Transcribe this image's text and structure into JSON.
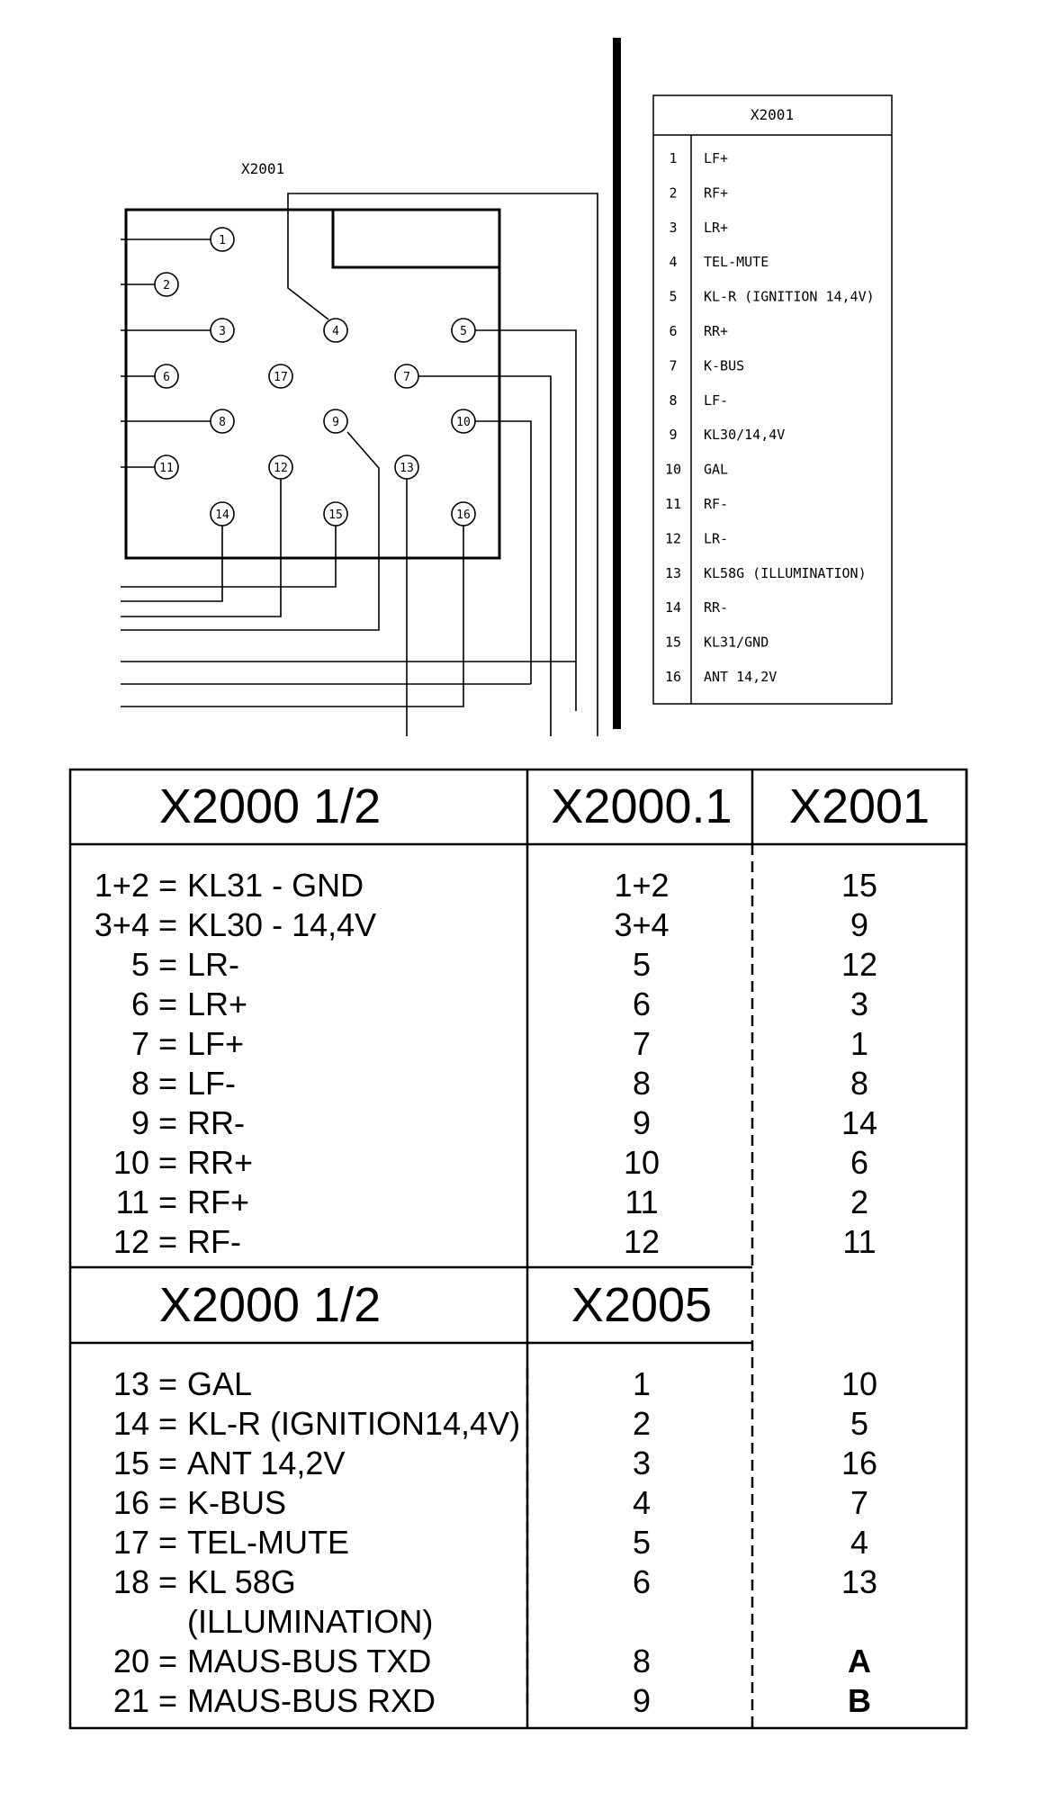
{
  "diagram": {
    "connector_label": "X2001",
    "pin_numbers": [
      "1",
      "2",
      "3",
      "4",
      "5",
      "6",
      "7",
      "8",
      "9",
      "10",
      "11",
      "12",
      "13",
      "14",
      "15",
      "16",
      "17"
    ]
  },
  "legend": {
    "title": "X2001",
    "rows": [
      {
        "pin": "1",
        "signal": "LF+"
      },
      {
        "pin": "2",
        "signal": "RF+"
      },
      {
        "pin": "3",
        "signal": "LR+"
      },
      {
        "pin": "4",
        "signal": "TEL-MUTE"
      },
      {
        "pin": "5",
        "signal": "KL-R (IGNITION 14,4V)"
      },
      {
        "pin": "6",
        "signal": "RR+"
      },
      {
        "pin": "7",
        "signal": "K-BUS"
      },
      {
        "pin": "8",
        "signal": "LF-"
      },
      {
        "pin": "9",
        "signal": "KL30/14,4V"
      },
      {
        "pin": "10",
        "signal": "GAL"
      },
      {
        "pin": "11",
        "signal": "RF-"
      },
      {
        "pin": "12",
        "signal": "LR-"
      },
      {
        "pin": "13",
        "signal": "KL58G (ILLUMINATION)"
      },
      {
        "pin": "14",
        "signal": "RR-"
      },
      {
        "pin": "15",
        "signal": "KL31/GND"
      },
      {
        "pin": "16",
        "signal": "ANT 14,2V"
      }
    ]
  },
  "table": {
    "headers": {
      "col1": "X2000 1/2",
      "col2": "X2000.1",
      "col3": "X2001",
      "col1_second": "X2000 1/2",
      "col2_second": "X2005"
    },
    "section1": [
      {
        "num": "1+2 =",
        "name": "KL31 - GND",
        "c2": "1+2",
        "c3": "15"
      },
      {
        "num": "3+4 =",
        "name": "KL30 - 14,4V",
        "c2": "3+4",
        "c3": "9"
      },
      {
        "num": "5 =",
        "name": "LR-",
        "c2": "5",
        "c3": "12"
      },
      {
        "num": "6 =",
        "name": "LR+",
        "c2": "6",
        "c3": "3"
      },
      {
        "num": "7 =",
        "name": "LF+",
        "c2": "7",
        "c3": "1"
      },
      {
        "num": "8 =",
        "name": "LF-",
        "c2": "8",
        "c3": "8"
      },
      {
        "num": "9 =",
        "name": "RR-",
        "c2": "9",
        "c3": "14"
      },
      {
        "num": "10 =",
        "name": "RR+",
        "c2": "10",
        "c3": "6"
      },
      {
        "num": "11 =",
        "name": "RF+",
        "c2": "11",
        "c3": "2"
      },
      {
        "num": "12 =",
        "name": "RF-",
        "c2": "12",
        "c3": "11"
      }
    ],
    "section2": [
      {
        "num": "13 =",
        "name": "GAL",
        "c2": "1",
        "c3": "10"
      },
      {
        "num": "14 =",
        "name": "KL-R (IGNITION14,4V)",
        "c2": "2",
        "c3": "5"
      },
      {
        "num": "15 =",
        "name": "ANT 14,2V",
        "c2": "3",
        "c3": "16"
      },
      {
        "num": "16 =",
        "name": "K-BUS",
        "c2": "4",
        "c3": "7"
      },
      {
        "num": "17 =",
        "name": "TEL-MUTE",
        "c2": "5",
        "c3": "4"
      },
      {
        "num": "18 =",
        "name": "KL 58G",
        "c2": "6",
        "c3": "13"
      },
      {
        "num": "",
        "name": "(ILLUMINATION)",
        "c2": "",
        "c3": ""
      },
      {
        "num": "20 =",
        "name": "MAUS-BUS TXD",
        "c2": "8",
        "c3": "A"
      },
      {
        "num": "21 =",
        "name": "MAUS-BUS RXD",
        "c2": "9",
        "c3": "B"
      }
    ]
  }
}
